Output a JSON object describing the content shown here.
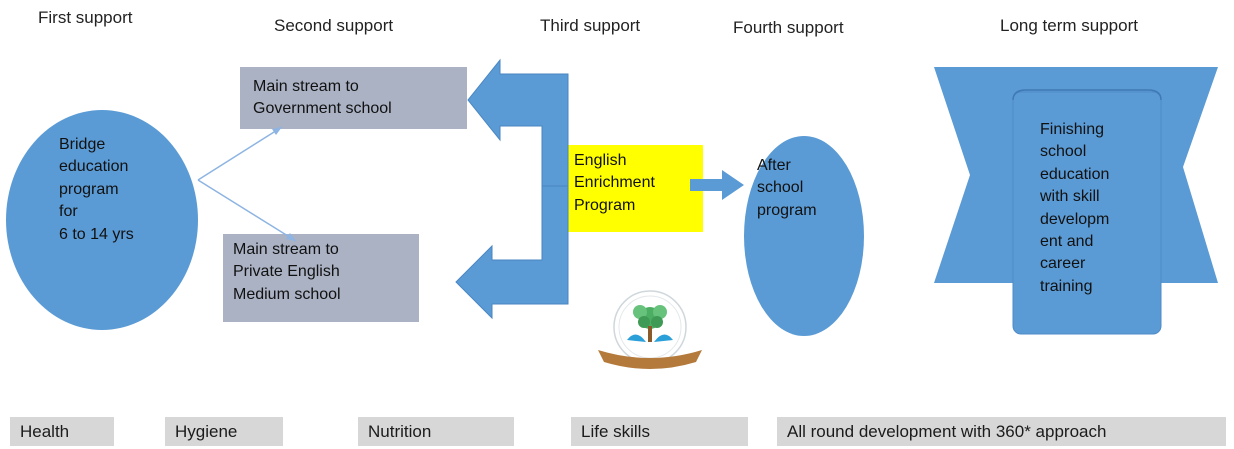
{
  "headers": {
    "first": "First support",
    "second": "Second support",
    "third": "Third support",
    "fourth": "Fourth support",
    "long_term": "Long term support"
  },
  "nodes": {
    "bridge": "Bridge\neducation\nprogram\nfor\n 6 to 14 yrs",
    "gov_school": "Main stream to\nGovernment school",
    "private_school": "Main stream to\nPrivate English\nMedium  school",
    "english": "English\nEnrichment\nProgram",
    "after_school": "After\nschool\nprogram",
    "finishing": "Finishing\nschool\neducation\nwith skill\ndevelopm\nent and\ncareer\ntraining"
  },
  "bottom_bar": [
    "Health",
    "Hygiene",
    "Nutrition",
    "Life skills",
    "All round development with 360* approach"
  ],
  "colors": {
    "shape_blue": "#5b9bd5",
    "box_gray": "#aab2c4",
    "highlight_yellow": "#ffff00",
    "bar_gray": "#d7d7d7"
  },
  "icons": {
    "logo": "tree-logo-icon"
  }
}
